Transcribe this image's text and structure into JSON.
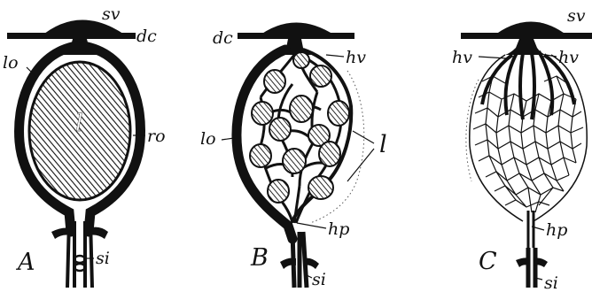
{
  "figure": {
    "ink_color": "#111111",
    "background": "#ffffff",
    "panels": [
      {
        "letter": "A",
        "labels": {
          "sv": "sv",
          "dc": "dc",
          "lo": "lo",
          "l": "l",
          "ro": "ro",
          "si": "si"
        }
      },
      {
        "letter": "B",
        "labels": {
          "dc": "dc",
          "hv": "hv",
          "lo": "lo",
          "l": "l",
          "hp": "hp",
          "si": "si"
        }
      },
      {
        "letter": "C",
        "labels": {
          "sv": "sv",
          "hv_left": "hv",
          "hv_right": "hv",
          "hp": "hp",
          "si": "si"
        }
      }
    ]
  }
}
